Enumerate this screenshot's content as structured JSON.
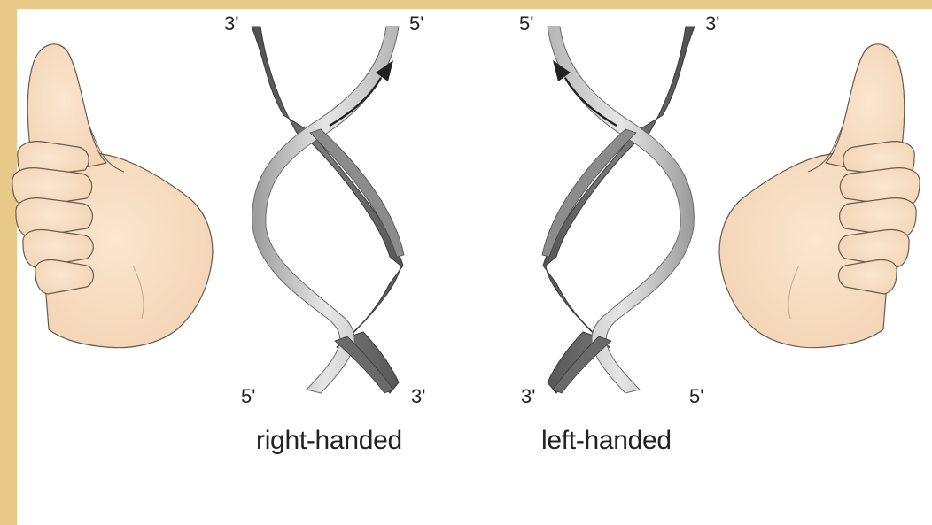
{
  "colors": {
    "frame": "#e8c987",
    "panel": "#ffffff",
    "skin": "#f7dcc0",
    "skin_outline": "#6b5a4e",
    "strand_light": "#dcdcdc",
    "strand_mid": "#a6a6a6",
    "strand_dark": "#5c5c5c",
    "arrow": "#222222",
    "text": "#222222"
  },
  "icons": {
    "left_hand": "thumbs-up-right-hand-icon",
    "right_hand": "thumbs-up-left-hand-icon",
    "right_arrow": "curved-arrow-up-right-icon",
    "left_arrow": "curved-arrow-up-left-icon"
  },
  "right_helix": {
    "top_left": "3'",
    "top_right": "5'",
    "bottom_left": "5'",
    "bottom_right": "3'",
    "caption": "right-handed"
  },
  "left_helix": {
    "top_left": "5'",
    "top_right": "3'",
    "bottom_left": "3'",
    "bottom_right": "5'",
    "caption": "left-handed"
  }
}
